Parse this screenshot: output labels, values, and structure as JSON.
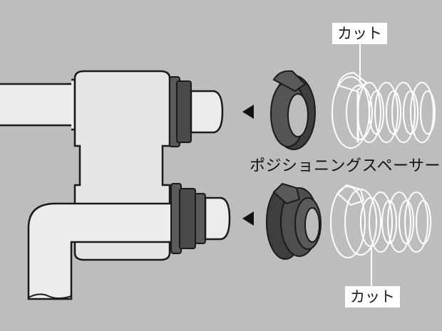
{
  "labels": {
    "cut_top": "カット",
    "cut_bottom": "カット",
    "spacer": "ポジショニングスペーサー"
  },
  "colors": {
    "background": "#bdbdbd",
    "part_fill": "#e6e6e6",
    "outline": "#1a1a1a",
    "spacer_dark": "#4a4a4a",
    "ghost_outline": "#ffffff",
    "label_bg": "#ffffff"
  },
  "icons": {
    "arrow_top": "triangle-left-icon",
    "arrow_bottom": "triangle-left-icon"
  }
}
